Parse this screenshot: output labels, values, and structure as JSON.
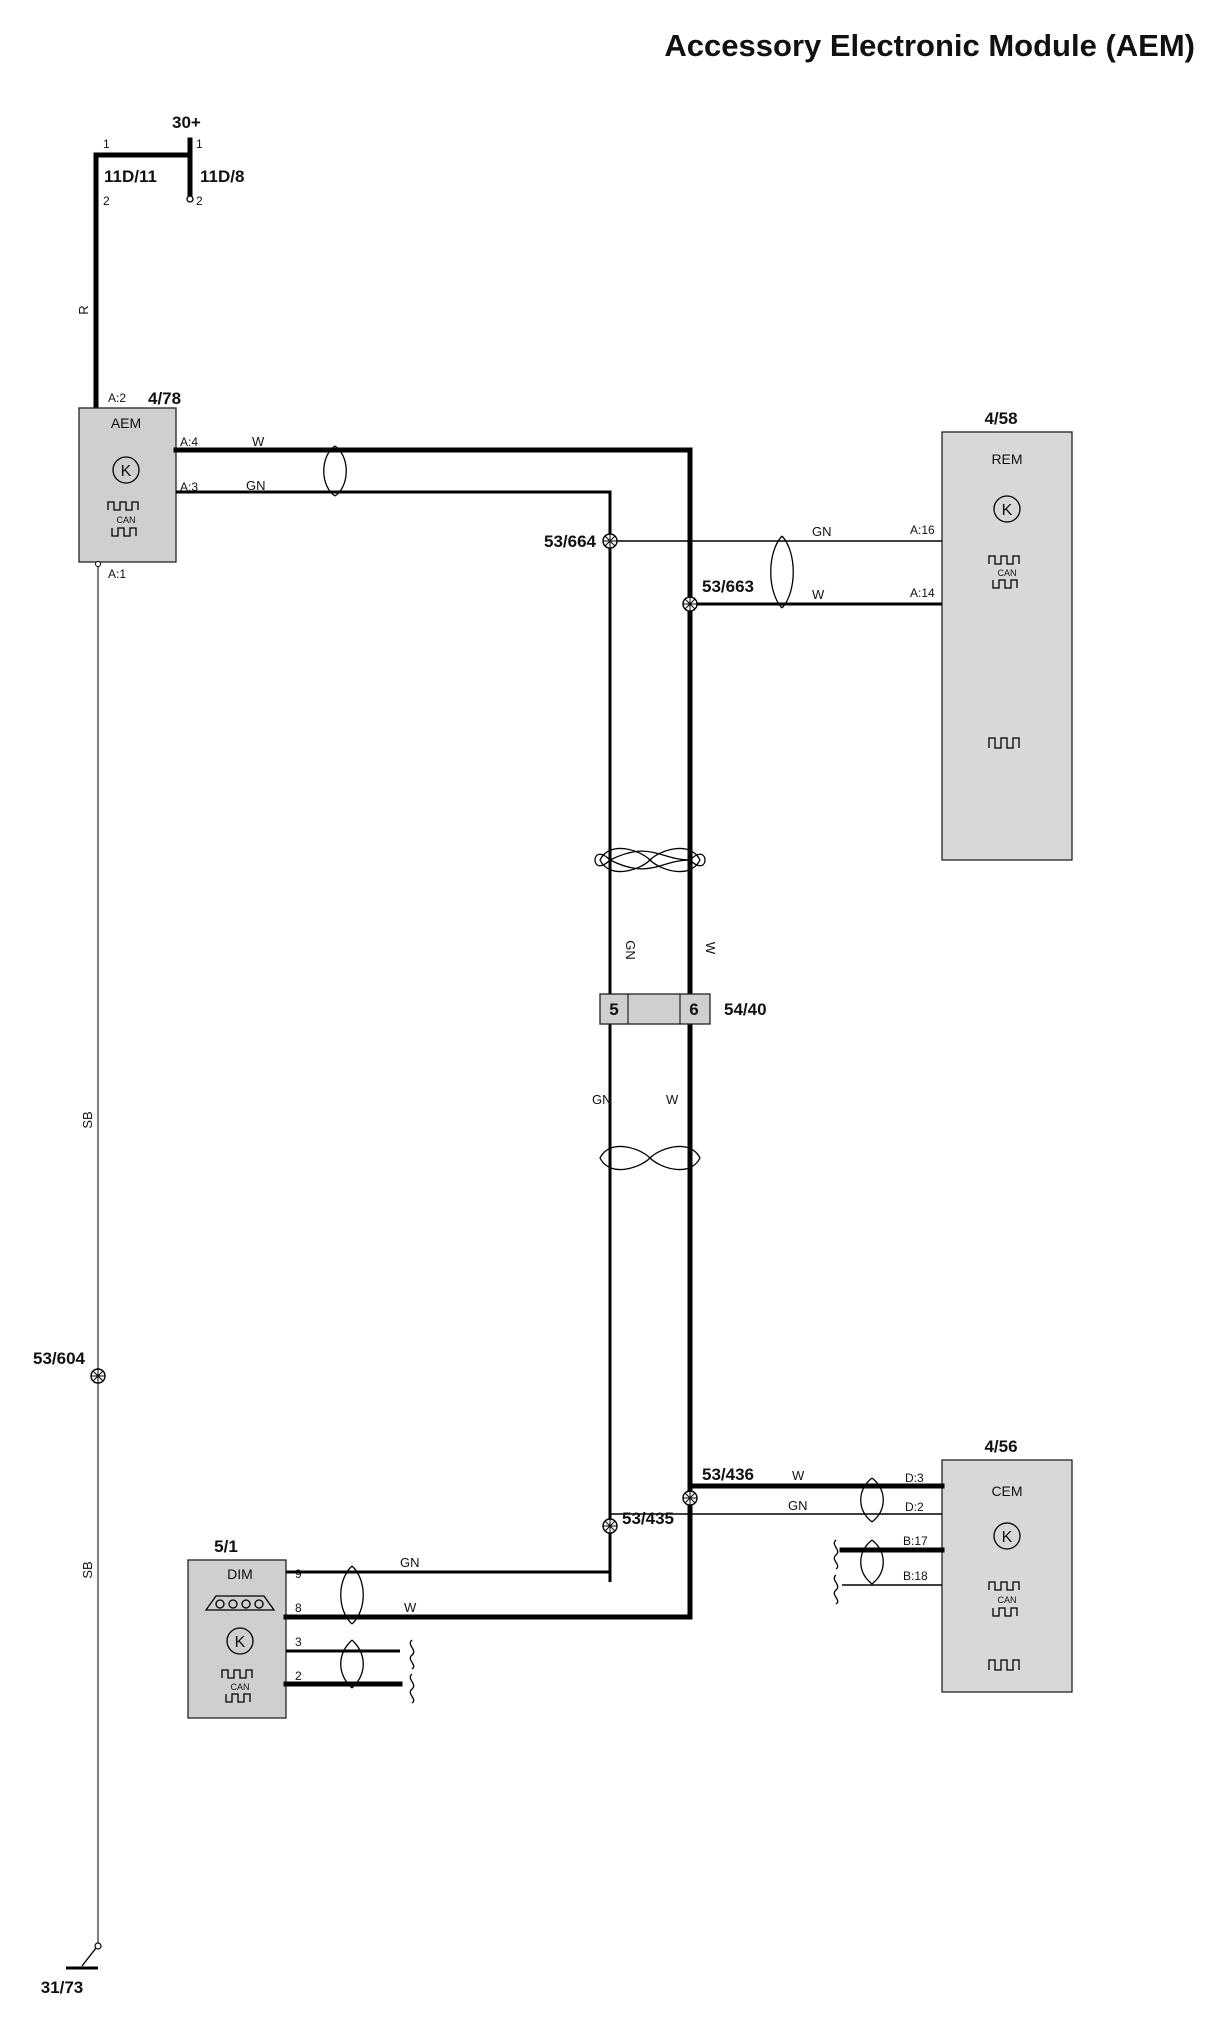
{
  "title": "Accessory Electronic Module (AEM)",
  "supply": {
    "label": "30+"
  },
  "fuses": {
    "left": {
      "ref": "11D/11",
      "pin_top": "1",
      "pin_bottom": "2"
    },
    "right": {
      "ref": "11D/8",
      "pin_top": "1",
      "pin_bottom": "2"
    }
  },
  "modules": {
    "aem": {
      "ref": "4/78",
      "name": "AEM",
      "can": "CAN",
      "pins": {
        "a2": "A:2",
        "a4": "A:4",
        "a3": "A:3",
        "a1": "A:1"
      }
    },
    "rem": {
      "ref": "4/58",
      "name": "REM",
      "can": "CAN",
      "pins": {
        "a16": "A:16",
        "a14": "A:14"
      }
    },
    "cem": {
      "ref": "4/56",
      "name": "CEM",
      "can": "CAN",
      "pins": {
        "d3": "D:3",
        "d2": "D:2",
        "b17": "B:17",
        "b18": "B:18"
      }
    },
    "dim": {
      "ref": "5/1",
      "name": "DIM",
      "can": "CAN",
      "pins": {
        "p9": "9",
        "p8": "8",
        "p3": "3",
        "p2": "2"
      }
    }
  },
  "connector": {
    "ref": "54/40",
    "pin_gn": "5",
    "pin_w": "6"
  },
  "splices": {
    "s664": "53/664",
    "s663": "53/663",
    "s436": "53/436",
    "s435": "53/435",
    "s604": "53/604"
  },
  "ground": {
    "ref": "31/73"
  },
  "wires": {
    "r": "R",
    "w": "W",
    "gn": "GN",
    "sb": "SB"
  }
}
